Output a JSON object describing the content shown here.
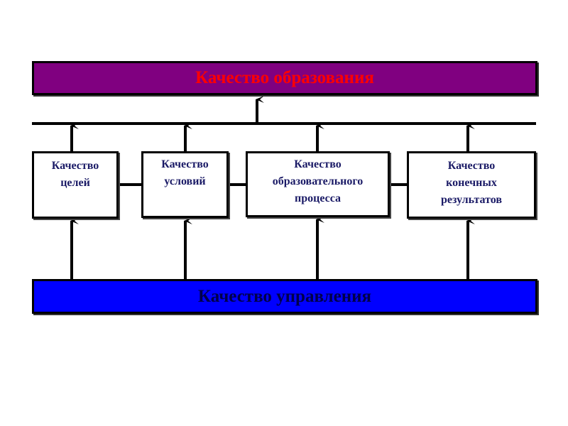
{
  "top_bar": {
    "label": "Качество образования",
    "color": "#800080",
    "text_color": "#ff0000"
  },
  "bottom_bar": {
    "label": "Качество управления",
    "color": "#0000ff",
    "text_color": "#00004a"
  },
  "boxes": [
    {
      "lines": [
        "Качество",
        "целей"
      ]
    },
    {
      "lines": [
        "Качество",
        "условий"
      ]
    },
    {
      "lines": [
        "Качество",
        "образовательного",
        "процесса"
      ]
    },
    {
      "lines": [
        "Качество",
        "конечных",
        "результатов"
      ]
    }
  ]
}
